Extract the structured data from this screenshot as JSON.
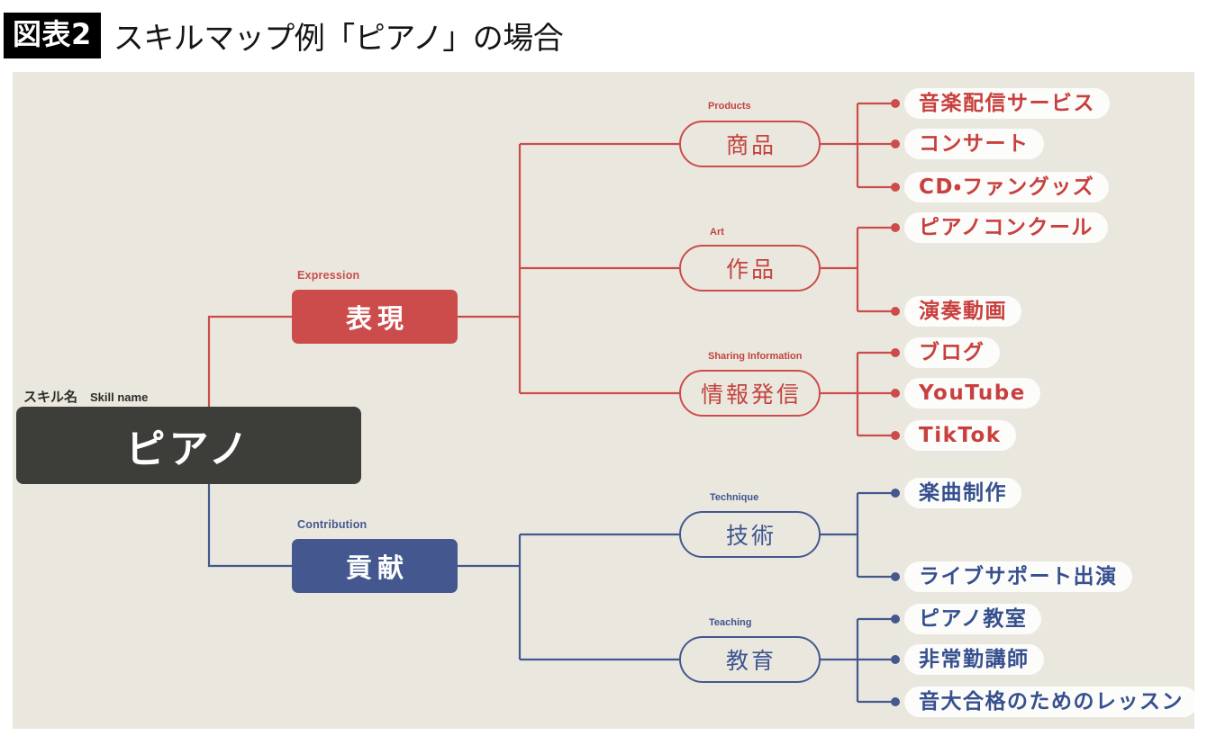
{
  "header": {
    "badge": "図表2",
    "title": "スキルマップ例「ピアノ」の場合"
  },
  "colors": {
    "background": "#EAE8DE",
    "page": "#ffffff",
    "root": "#3D3D3A",
    "expression_red": "#CC4C4C",
    "contribution_blue": "#44588F",
    "leaf_pill": "#FCFCFA",
    "title_text": "#151515"
  },
  "root": {
    "caption_jp": "スキル名",
    "caption_en": "Skill name",
    "label": "ピアノ"
  },
  "branches": [
    {
      "id": "expression",
      "label": "表現",
      "caption_en": "Expression",
      "color": "#CC4C4C",
      "groups": [
        {
          "id": "products",
          "label": "商品",
          "caption_en": "Products",
          "leaves": [
            "音楽配信サービス",
            "コンサート",
            "CD・ファングッズ"
          ]
        },
        {
          "id": "art",
          "label": "作品",
          "caption_en": "Art",
          "leaves": [
            "ピアノコンクール",
            "演奏動画"
          ]
        },
        {
          "id": "sharing",
          "label": "情報発信",
          "caption_en": "Sharing Information",
          "leaves": [
            "ブログ",
            "YouTube",
            "TikTok"
          ]
        }
      ]
    },
    {
      "id": "contribution",
      "label": "貢献",
      "caption_en": "Contribution",
      "color": "#44588F",
      "groups": [
        {
          "id": "technique",
          "label": "技術",
          "caption_en": "Technique",
          "leaves": [
            "楽曲制作",
            "ライブサポート出演"
          ]
        },
        {
          "id": "teaching",
          "label": "教育",
          "caption_en": "Teaching",
          "leaves": [
            "ピアノ教室",
            "非常勤講師",
            "音大合格のためのレッスン"
          ]
        }
      ]
    }
  ]
}
